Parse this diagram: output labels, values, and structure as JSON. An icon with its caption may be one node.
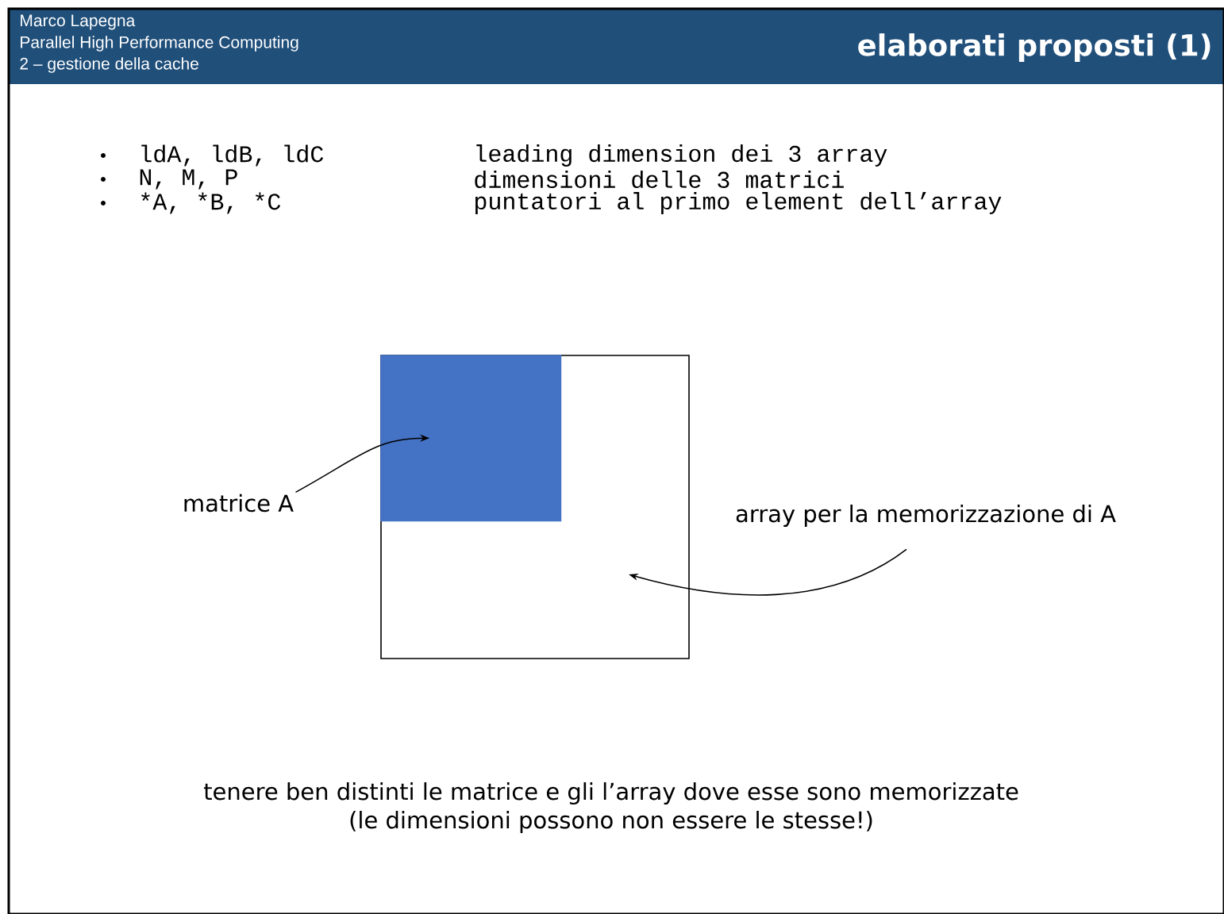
{
  "diagram": {
    "title": "elaborati proposti (1)",
    "nodes": [
      {
        "text": [],
        "shape": "box"
      },
      {
        "text": [],
        "shape": "box",
        "in": 0
      },
      {
        "text": [
          "matrice A"
        ]
      },
      {
        "text": [
          "array per la memorizzazione di A"
        ]
      }
    ],
    "edges": [
      {
        "from": 2,
        "to": 1,
        "arrow": "to"
      },
      {
        "from": 3,
        "to": 0,
        "arrow": "to"
      }
    ],
    "labels": [
      "Marco Lapegna",
      "Parallel High Performance Computing",
      "2 – gestione della cache",
      "ldA, ldB, ldC",
      "leading dimension dei 3 array",
      "N, M, P",
      "dimensioni delle 3 matrici",
      "*A, *B, *C",
      "puntatori al primo element dell’array",
      "tenere ben distinti le matrice e gli l’array dove esse sono memorizzate",
      "(le dimensioni possono non essere le stesse!)"
    ]
  }
}
